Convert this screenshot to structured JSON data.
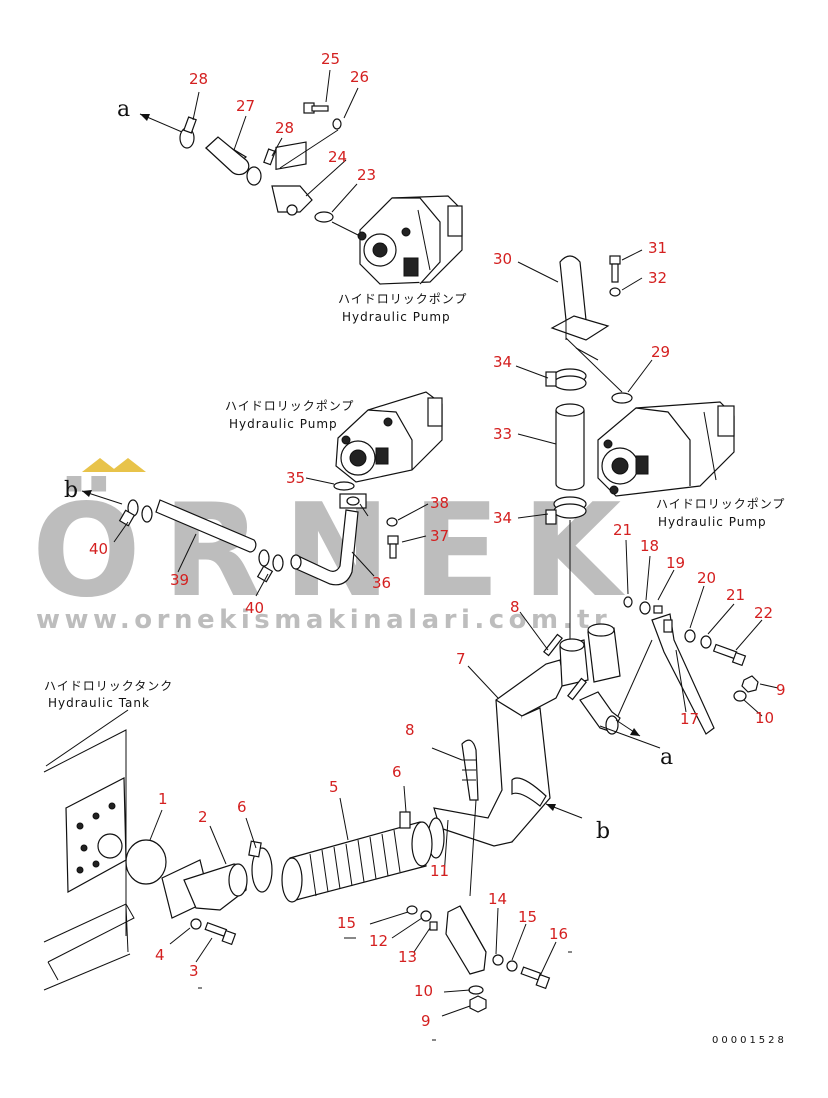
{
  "callouts": [
    "28",
    "27",
    "25",
    "26",
    "28",
    "24",
    "23",
    "30",
    "31",
    "32",
    "29",
    "34",
    "33",
    "34",
    "35",
    "38",
    "37",
    "36",
    "39",
    "40",
    "40",
    "21",
    "18",
    "19",
    "20",
    "21",
    "22",
    "9",
    "10",
    "17",
    "8",
    "7",
    "8",
    "6",
    "5",
    "1",
    "2",
    "6",
    "11",
    "4",
    "3",
    "15",
    "12",
    "13",
    "14",
    "15",
    "16",
    "10",
    "9"
  ],
  "labels": {
    "pump_top_jp": "ハイドロリックポンプ",
    "pump_top_en": "Hydraulic Pump",
    "pump_mid_jp": "ハイドロリックポンプ",
    "pump_mid_en": "Hydraulic Pump",
    "pump_right_jp": "ハイドロリックポンプ",
    "pump_right_en": "Hydraulic Pump",
    "tank_jp": "ハイドロリックタンク",
    "tank_en": "Hydraulic Tank",
    "ref_a_top": "a",
    "ref_a_right": "a",
    "ref_b_left": "b",
    "ref_b_right": "b",
    "drawing_no": "00001528"
  },
  "watermark": {
    "logo": "ÖRNEK",
    "url": "www.ornekismakinalari.com.tr"
  },
  "colors": {
    "callout": "#d42020",
    "line": "#111111",
    "watermark": "#bdbdbd",
    "watermark_accent": "#e8c34a"
  }
}
